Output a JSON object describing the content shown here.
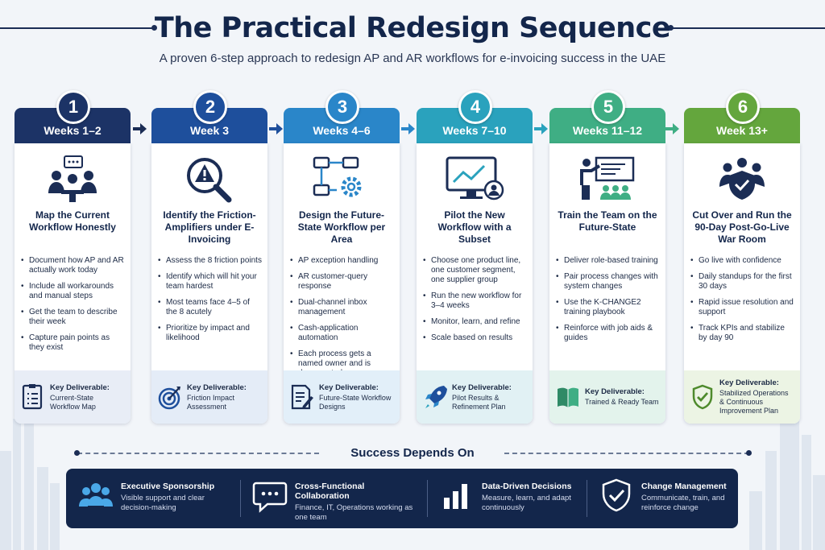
{
  "title": "The Practical Redesign Sequence",
  "subtitle": "A proven 6-step approach to redesign AP and AR workflows for e-invoicing success in the UAE",
  "colors": {
    "step1": "#1c3366",
    "step2": "#1e4f9c",
    "step3": "#2a86c9",
    "step4": "#2aa2bd",
    "step5": "#3fae84",
    "step6": "#64a63d"
  },
  "steps": [
    {
      "number": "1",
      "period": "Weeks 1–2",
      "icon": "meeting-icon",
      "title": "Map the Current Workflow Honestly",
      "bullets": [
        "Document how AP and AR actually work today",
        "Include all workarounds and manual steps",
        "Get the team to describe their week",
        "Capture pain points as they exist"
      ],
      "deliverable_label": "Key Deliverable:",
      "deliverable": "Current-State Workflow Map"
    },
    {
      "number": "2",
      "period": "Week 3",
      "icon": "warning-magnifier-icon",
      "title": "Identify the Friction-Amplifiers under E-Invoicing",
      "bullets": [
        "Assess the 8 friction points",
        "Identify which will hit your team hardest",
        "Most teams face 4–5 of the 8 acutely",
        "Prioritize by impact and likelihood"
      ],
      "deliverable_label": "Key Deliverable:",
      "deliverable": "Friction Impact Assessment"
    },
    {
      "number": "3",
      "period": "Weeks 4–6",
      "icon": "workflow-gear-icon",
      "title": "Design the Future-State Workflow per Area",
      "bullets": [
        "AP exception handling",
        "AR customer-query response",
        "Dual-channel inbox management",
        "Cash-application automation",
        "Each process gets a named owner and is documented"
      ],
      "deliverable_label": "Key Deliverable:",
      "deliverable": "Future-State Workflow Designs"
    },
    {
      "number": "4",
      "period": "Weeks 7–10",
      "icon": "monitor-chart-icon",
      "title": "Pilot the New Workflow with a Subset",
      "bullets": [
        "Choose one product line, one customer segment, one supplier group",
        "Run the new workflow for 3–4 weeks",
        "Monitor, learn, and refine",
        "Scale based on results"
      ],
      "deliverable_label": "Key Deliverable:",
      "deliverable": "Pilot Results & Refinement Plan"
    },
    {
      "number": "5",
      "period": "Weeks 11–12",
      "icon": "presenter-icon",
      "title": "Train the Team on the Future-State",
      "bullets": [
        "Deliver role-based training",
        "Pair process changes with system changes",
        "Use the K-CHANGE2 training playbook",
        "Reinforce with job aids & guides"
      ],
      "deliverable_label": "Key Deliverable:",
      "deliverable": "Trained & Ready Team"
    },
    {
      "number": "6",
      "period": "Week 13+",
      "icon": "team-shield-icon",
      "title": "Cut Over and Run the 90-Day Post-Go-Live War Room",
      "bullets": [
        "Go live with confidence",
        "Daily standups for the first 30 days",
        "Rapid issue resolution and support",
        "Track KPIs and stabilize by day 90"
      ],
      "deliverable_label": "Key Deliverable:",
      "deliverable": "Stabilized Operations & Continuous Improvement Plan"
    }
  ],
  "success": {
    "title": "Success Depends On",
    "pillars": [
      {
        "icon": "people-icon",
        "title": "Executive Sponsorship",
        "desc": "Visible support and clear decision-making"
      },
      {
        "icon": "chat-icon",
        "title": "Cross-Functional Collaboration",
        "desc": "Finance, IT, Operations working as one team"
      },
      {
        "icon": "bar-chart-icon",
        "title": "Data-Driven Decisions",
        "desc": "Measure, learn, and adapt continuously"
      },
      {
        "icon": "shield-check-icon",
        "title": "Change Management",
        "desc": "Communicate, train, and reinforce change"
      }
    ]
  }
}
